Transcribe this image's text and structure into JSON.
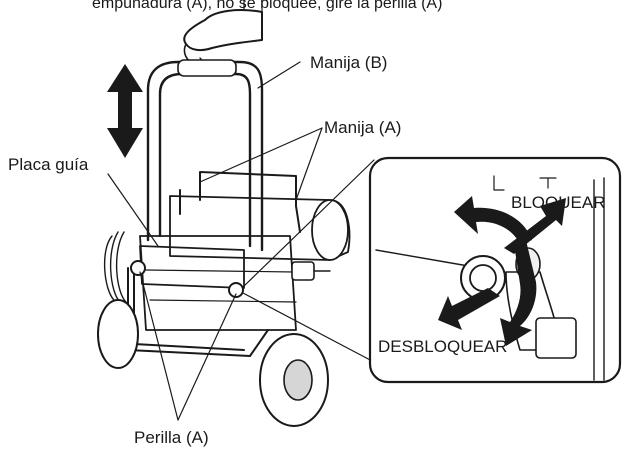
{
  "caption_top": "empuñadura (A), no se bloquee, gire la perilla (A)",
  "labels": {
    "handle_b": "Manija (B)",
    "handle_a": "Manija (A)",
    "guide_plate": "Placa guía",
    "knob_a": "Perilla (A)",
    "lock": "BLOQUEAR",
    "unlock": "DESBLOQUEAR"
  },
  "icons": {
    "up_down_arrow": "double-arrow-vertical-icon",
    "hand": "hand-icon",
    "rotate_arrows": "rotation-arrows-icon"
  }
}
